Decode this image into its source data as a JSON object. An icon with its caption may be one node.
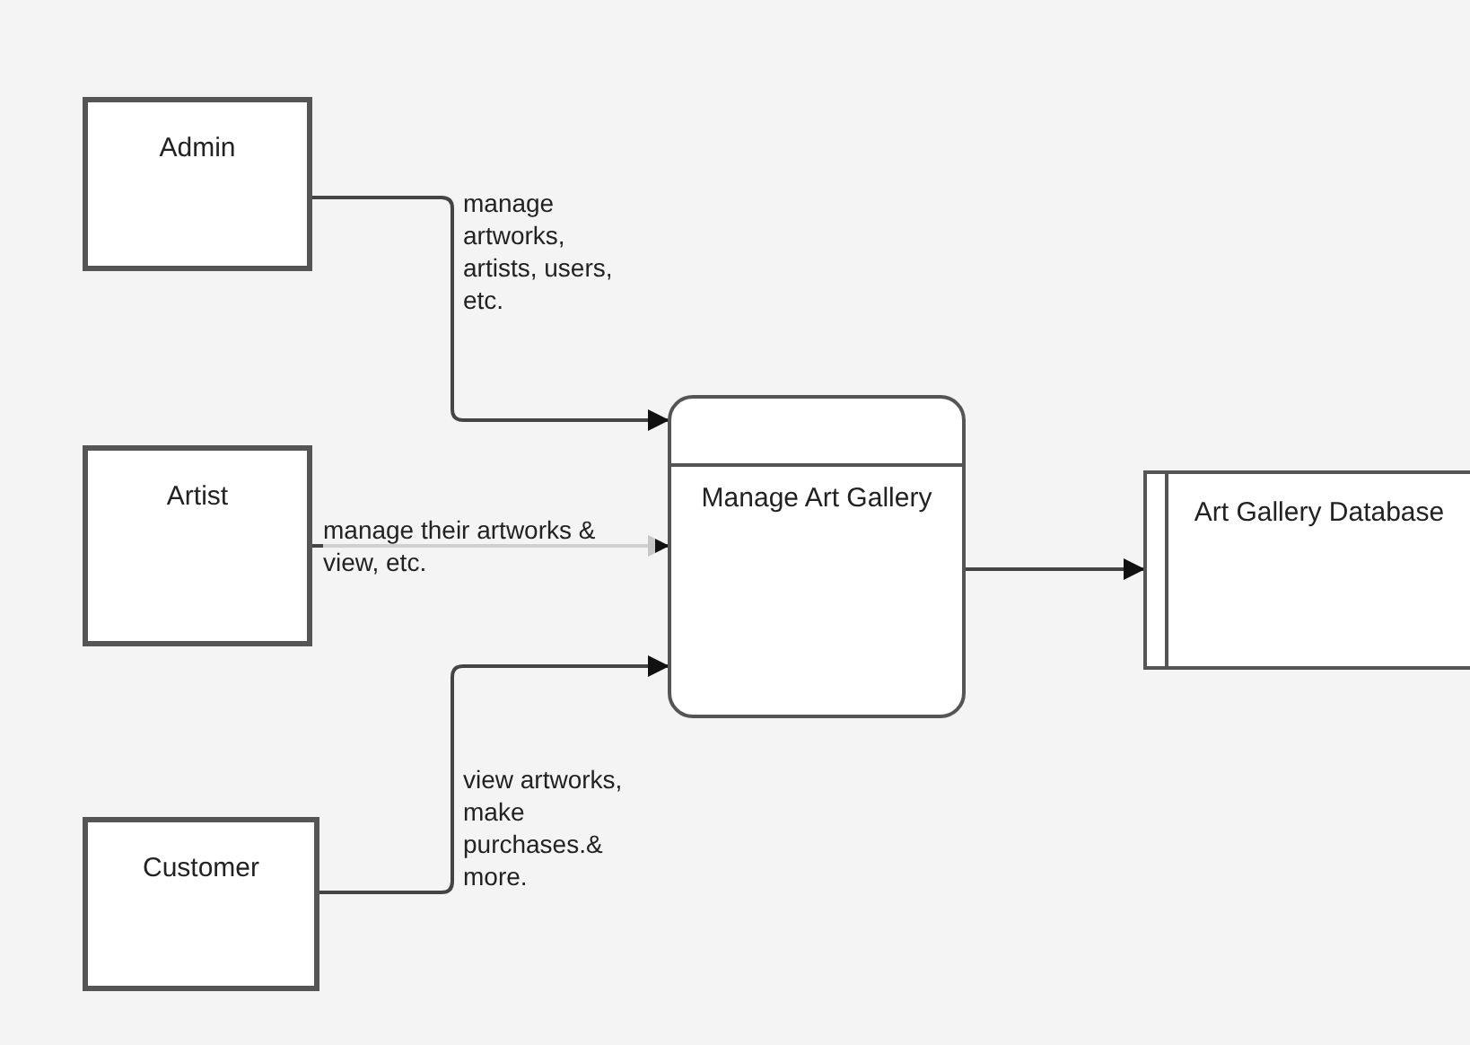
{
  "diagram": {
    "nodes": [
      {
        "text": [
          "Admin"
        ]
      },
      {
        "text": [
          "Artist"
        ]
      },
      {
        "text": [
          "Customer"
        ]
      },
      {
        "text": [
          "Manage Art Gallery"
        ]
      },
      {
        "text": [
          "Art Gallery Database"
        ]
      }
    ],
    "edges": [
      {
        "from": 0,
        "to": 3,
        "arrow": "to",
        "label": "manage artworks, artists, users, etc."
      },
      {
        "from": 1,
        "to": 3,
        "arrow": "to",
        "label": "manage their artworks & view, etc."
      },
      {
        "from": 2,
        "to": 3,
        "arrow": "to",
        "label": "view artworks, make purchases.& more."
      },
      {
        "from": 3,
        "to": 4,
        "arrow": "to"
      }
    ]
  }
}
